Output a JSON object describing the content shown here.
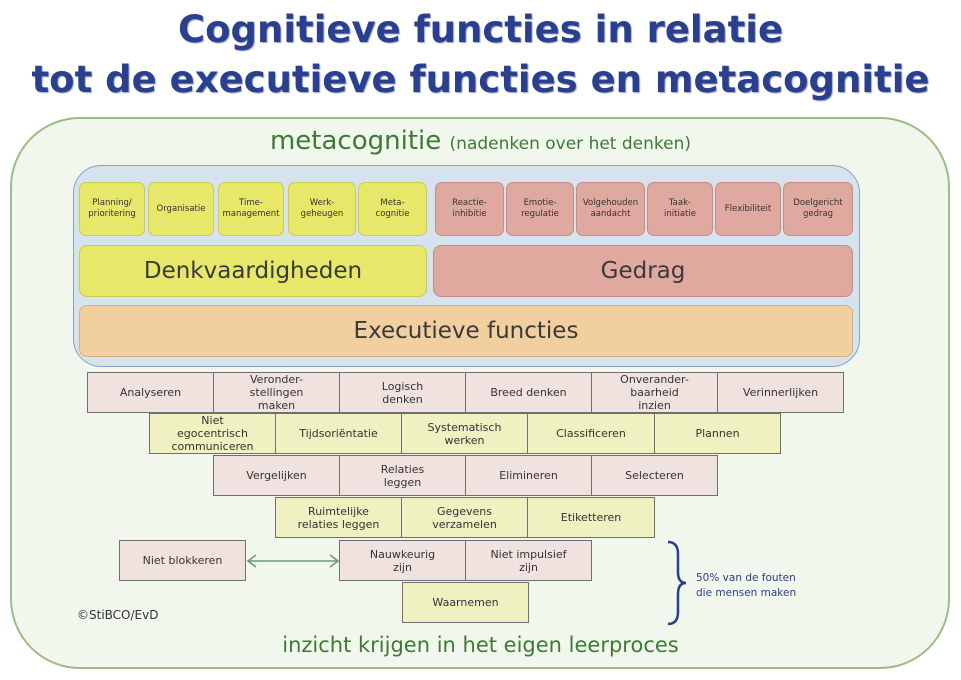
{
  "title": {
    "line1": "Cognitieve functies in relatie",
    "line2": "tot de executieve functies en metacognitie"
  },
  "metacognition": {
    "label": "metacognitie",
    "sub": "(nadenken over het denken)"
  },
  "thinking_skills": [
    "Planning/\nprioritering",
    "Organisatie",
    "Time-\nmanagement",
    "Werk-\ngeheugen",
    "Meta-\ncognitie"
  ],
  "behavior_skills": [
    "Reactie-\ninhibitie",
    "Emotie-\nregulatie",
    "Volgehouden\naandacht",
    "Taak-\ninitiatie",
    "Flexibiliteit",
    "Doelgericht\ngedrag"
  ],
  "bands": {
    "denk": "Denkvaardigheden",
    "gedrag": "Gedrag",
    "exec": "Executieve functies"
  },
  "rows": {
    "r1": [
      "Analyseren",
      "Veronder-\nstellingen\nmaken",
      "Logisch\ndenken",
      "Breed denken",
      "Onverander-\nbaarheid\ninzien",
      "Verinnerlijken"
    ],
    "r2": [
      "Niet\negocentrisch\ncommuniceren",
      "Tijdsoriëntatie",
      "Systematisch\nwerken",
      "Classificeren",
      "Plannen"
    ],
    "r3": [
      "Vergelijken",
      "Relaties\nleggen",
      "Elimineren",
      "Selecteren"
    ],
    "r4": [
      "Ruimtelijke\nrelaties leggen",
      "Gegevens\nverzamelen",
      "Etiketteren"
    ],
    "r5": [
      "Nauwkeurig\nzijn",
      "Niet impulsief\nzijn"
    ],
    "r6": [
      "Waarnemen"
    ]
  },
  "side_box": "Niet blokkeren",
  "note": {
    "line1": "50% van de fouten",
    "line2": "die mensen  maken"
  },
  "copyright": "©StiBCO/EvD",
  "footer": "inzicht krijgen in het eigen leerproces"
}
